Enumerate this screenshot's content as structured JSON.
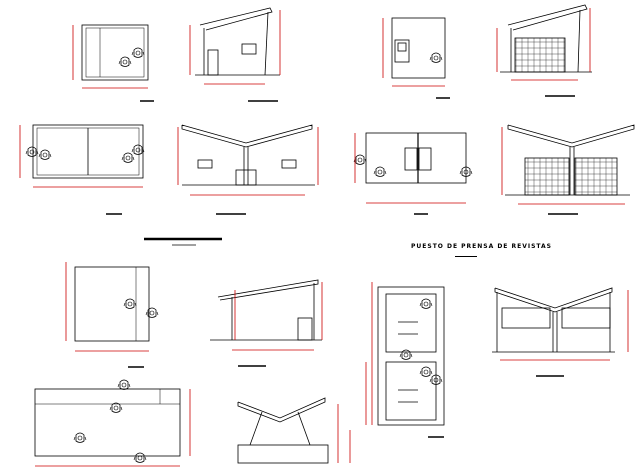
{
  "sheet": {
    "title": "PUESTO DE PRENSA DE REVISTAS",
    "colors": {
      "background": "#ffffff",
      "linework": "#000000",
      "dimension": "#cc0000",
      "text": "#000000"
    },
    "views": [
      "kiosk-1-plan",
      "kiosk-1-section",
      "kiosk-2-plan",
      "kiosk-2-section",
      "kiosk-3-plan",
      "kiosk-3-section",
      "kiosk-4-plan",
      "kiosk-4-section",
      "kiosk-5-plan",
      "kiosk-5-section",
      "kiosk-5-elevation",
      "kiosk-6-plan",
      "kiosk-6-section"
    ]
  }
}
